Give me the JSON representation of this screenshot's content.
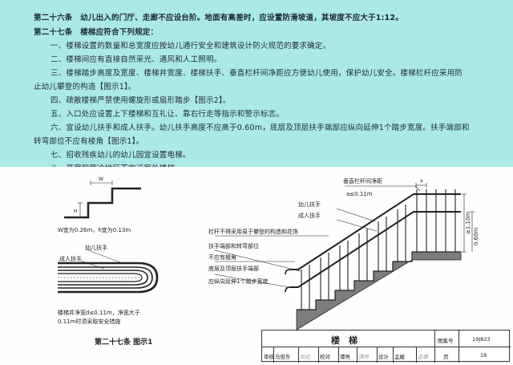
{
  "text_block": {
    "lines": [
      "第二十六条　幼儿出入的门厅、走廊不应设台阶。地面有高差时，应设置防滑坡道，其坡度不应大于1:12。",
      "第二十七条　楼梯应符合下列规定：",
      "一、楼梯设置的数量和总宽度应按幼儿通行安全和建筑设计防火规范的要求确定。",
      "二、楼梯间应有直接自然采光、通风和人工照明。",
      "三、楼梯踏步高度及宽度、楼梯井宽度、楼梯扶手、垂直栏杆间净距应方便幼儿使用，保护幼儿安全。楼梯栏杆应采用防",
      "止幼儿攀登的构造【图示1】。",
      "四、疏散楼梯严禁使用螺旋形或扇形踏步【图示2】。",
      "五、入口处应设置上下楼梯和互礼让、靠右行走等指示和警示标志。",
      "六、宜设幼儿扶手和成人扶手。幼儿扶手高度不应高于0.60m，底层及顶层扶手端部应纵向延伸1个踏步宽度。扶手端部和",
      "转弯部位不应有棱角【图示1】。",
      "七、招收残疾幼儿的幼儿园宜设置电梯。",
      "八、严寒和寒冷地区不宜设室外楼梯。"
    ]
  },
  "diagram_step": {
    "w_label": "W",
    "h_label": "H",
    "caption": "W宜为0.26m，h宜为0.13m"
  },
  "diagram_plan": {
    "child_handrail": "幼儿扶手",
    "adult_handrail": "成人扶手",
    "caption_line1": "楼梯井净宽d≤0.11m，净宽大于",
    "caption_line2": "0.11m时须采取安全措施"
  },
  "diagram_elevation": {
    "gap_label": "垂直栏杆间净距",
    "gap_value": "a≤0.11m",
    "child_handrail": "幼儿扶手",
    "adult_handrail": "成人扶手",
    "anti_climb": "栏杆不得采用易于攀登的构造和花饰",
    "end_and_turn": "扶手端部和转弯部位",
    "no_edges": "不应有棱角",
    "bottom_top_ends": "底层及顶层扶手端部",
    "extend": "应纵向延伸1个踏步宽度",
    "height_child": "0.60m",
    "height_adult": "≥1.10m",
    "a_label": "a"
  },
  "figure_caption": "第二十七条 图示1",
  "title_block": {
    "title": "楼　梯",
    "atlas_label": "图集号",
    "atlas_number": "19J823",
    "review_label": "审核",
    "review_name": "马俊东",
    "check_label": "校对",
    "check_name": "谭亮",
    "design_label": "设计",
    "design_name": "孟媛",
    "page_label": "页",
    "page_number": "18",
    "sig_review": "如此",
    "sig_check": "谭亮",
    "sig_design": "孟媛"
  },
  "colors": {
    "text_band": "#abe9e5",
    "ink": "#222222"
  }
}
